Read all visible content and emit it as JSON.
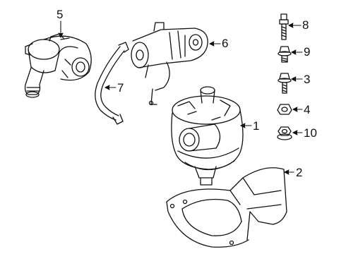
{
  "diagram": {
    "callouts": [
      {
        "key": "c5",
        "label": "5",
        "part": "auxiliary-water-pump"
      },
      {
        "key": "c6",
        "label": "6",
        "part": "pump-bracket"
      },
      {
        "key": "c7",
        "label": "7",
        "part": "mounting-strap"
      },
      {
        "key": "c1",
        "label": "1",
        "part": "coolant-pump"
      },
      {
        "key": "c2",
        "label": "2",
        "part": "support-bracket"
      },
      {
        "key": "c8",
        "label": "8",
        "part": "stud-bolt"
      },
      {
        "key": "c9",
        "label": "9",
        "part": "flange-bolt"
      },
      {
        "key": "c3",
        "label": "3",
        "part": "bolt"
      },
      {
        "key": "c4",
        "label": "4",
        "part": "nut"
      },
      {
        "key": "c10",
        "label": "10",
        "part": "flange-nut"
      }
    ],
    "colors": {
      "line": "#111111",
      "background": "#ffffff"
    }
  }
}
